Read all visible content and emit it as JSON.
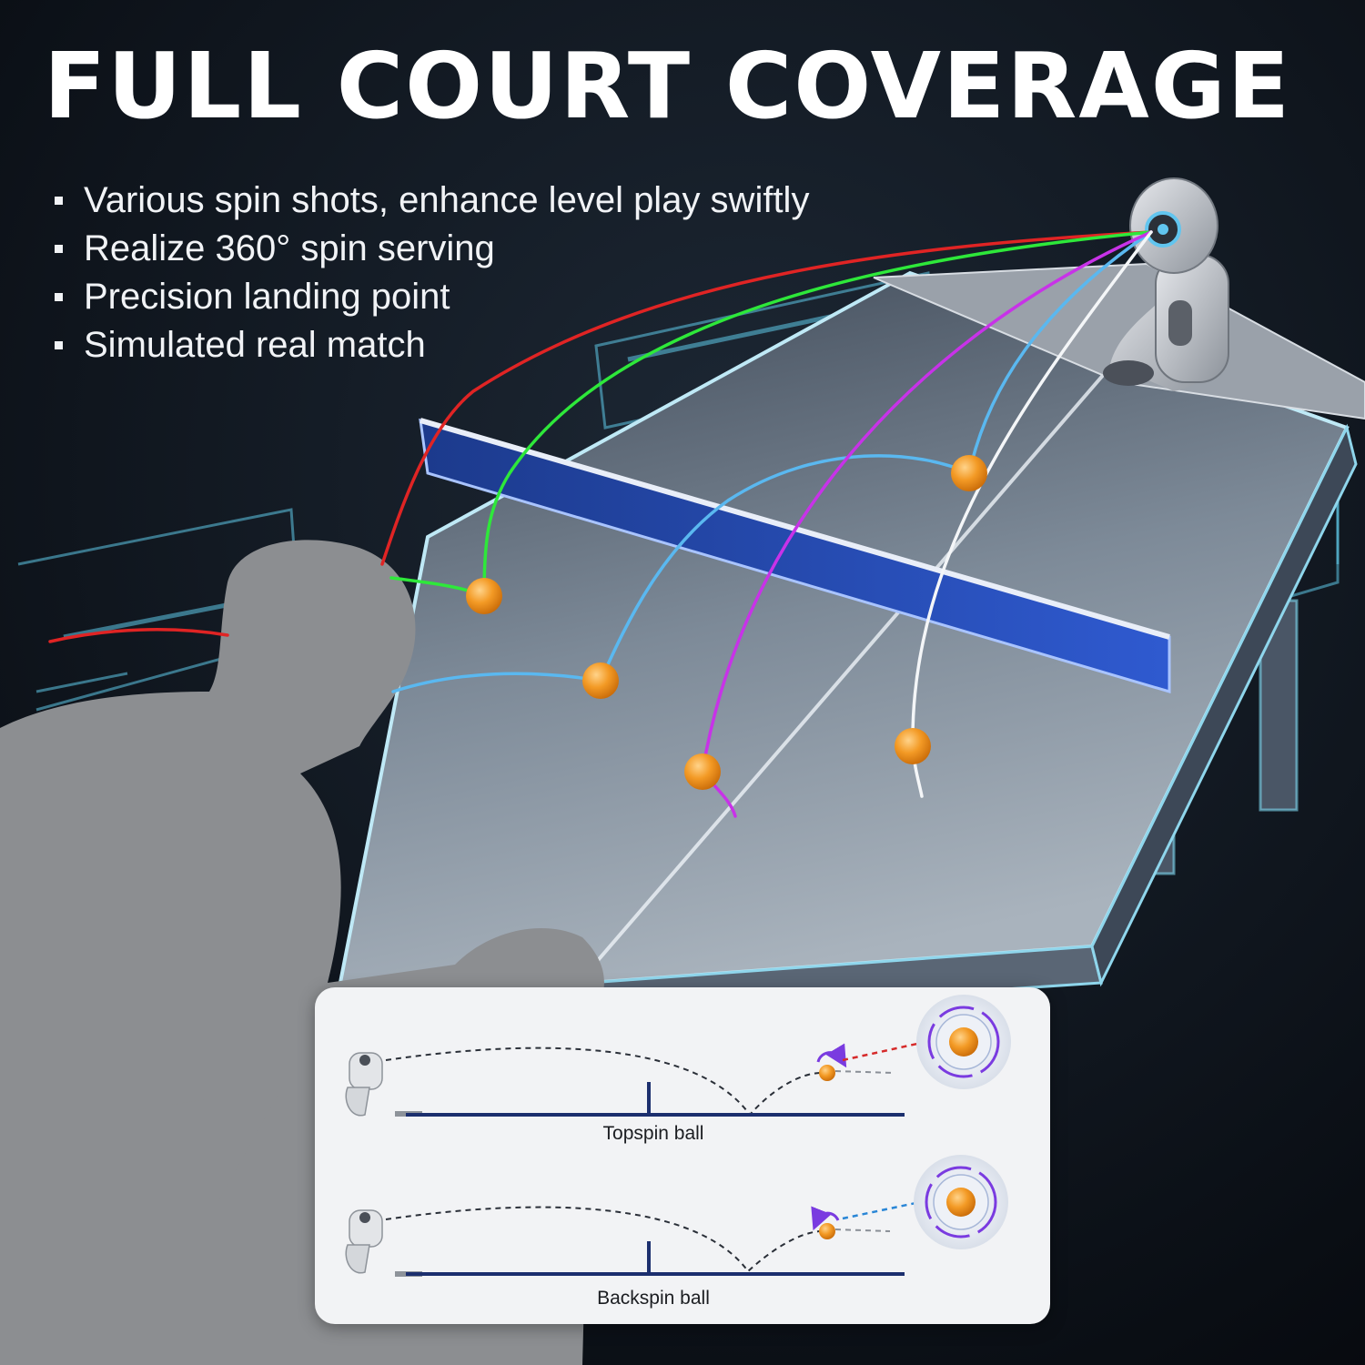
{
  "headline": "FULL COURT COVERAGE",
  "features": [
    "Various spin shots, enhance level play swiftly",
    "Realize 360° spin serving",
    "Precision landing point",
    "Simulated real match"
  ],
  "trajectory_colors": {
    "red": "#e02424",
    "green": "#2ee83a",
    "blue": "#5ab8f0",
    "magenta": "#c832e8",
    "white": "#f4f6f8"
  },
  "ball_color": "#f39a25",
  "icons": [
    "ball-machine-robot-icon",
    "ball-machine-small-icon",
    "spin-arrow-icon",
    "ping-pong-ball-icon"
  ],
  "spin_diagrams": [
    {
      "label": "Topspin ball",
      "spin_color": "#d62a2a",
      "spin_direction": "clockwise"
    },
    {
      "label": "Backspin ball",
      "spin_color": "#2a86d6",
      "spin_direction": "counter-clockwise"
    }
  ]
}
